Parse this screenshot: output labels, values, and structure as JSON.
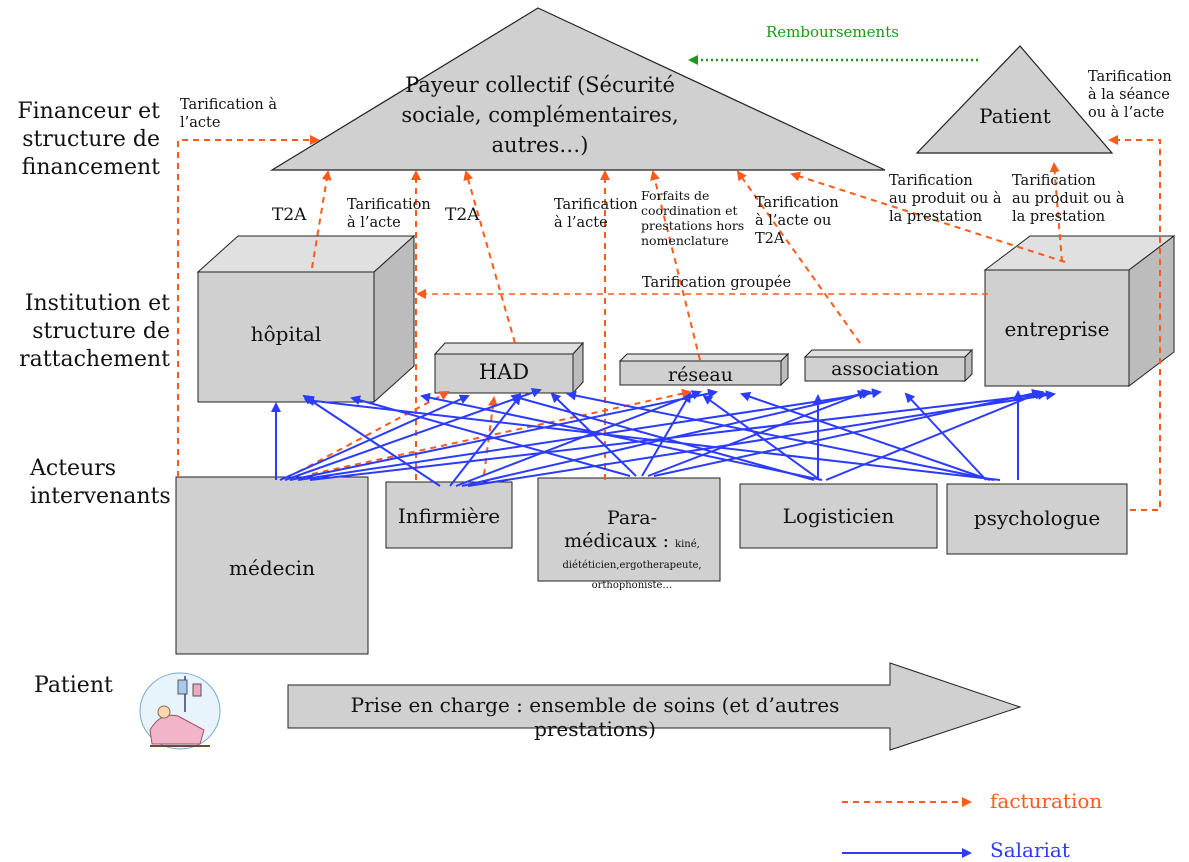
{
  "rows": [
    "Financeur et\nstructure de\nfinancement",
    "Institution et\nstructure de\nrattachement",
    "Acteurs\nintervenants",
    "Patient"
  ],
  "payer": "Payeur collectif (Sécurité\nsociale, complémentaires,\nautres…)",
  "patient_top": "Patient",
  "reimbursement": "Remboursements",
  "institutions": {
    "hopital": "hôpital",
    "had": "HAD",
    "reseau": "réseau",
    "association": "association",
    "entreprise": "entreprise"
  },
  "actors": {
    "medecin": "médecin",
    "infirmiere": "Infirmière",
    "para_main": "Para-\nmédicaux : ",
    "para_small": "kiné,\ndiététicien,ergotherapeute,\northophoniste…",
    "logisticien": "Logisticien",
    "psychologue": "psychologue"
  },
  "labels": {
    "tarif_acte_left": "Tarification à\nl’acte",
    "t2a_1": "T2A",
    "tarif_acte_2": "Tarification\nà l’acte",
    "t2a_2": "T2A",
    "tarif_acte_3": "Tarification\nà l’acte",
    "forfaits": "Forfaits de\ncoordination et\nprestations hors\nnomenclature",
    "tarif_acte_t2a": "Tarification\nà l’acte ou\nT2A",
    "tarif_produit_1": "Tarification\nau produit ou à\nla prestation",
    "tarif_produit_2": "Tarification\nau produit ou à\nla prestation",
    "tarif_seance": "Tarification\nà la séance\nou à l’acte",
    "tarif_groupee": "Tarification groupée"
  },
  "care_arrow": "Prise en charge : ensemble de soins (et d’autres prestations)",
  "legend": {
    "facturation": "facturation",
    "salariat": "Salariat"
  },
  "colors": {
    "facturation": "#ff5a1a",
    "salariat": "#2b3bff",
    "remboursement": "#1a9a1a",
    "box_fill": "#d0d0d0"
  }
}
